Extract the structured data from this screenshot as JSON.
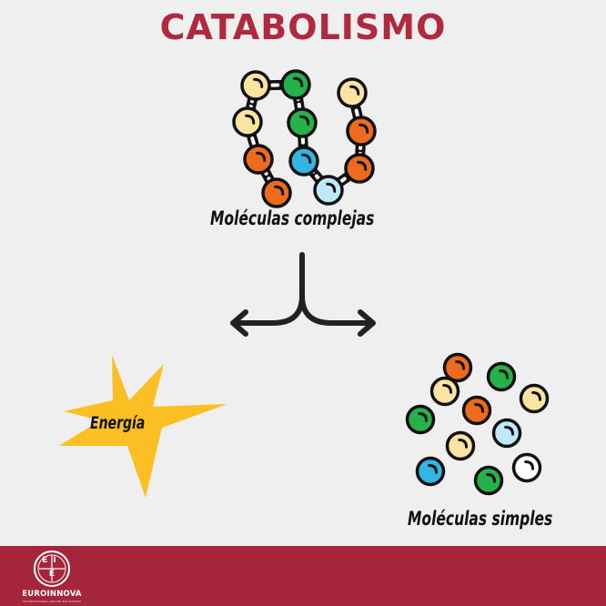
{
  "title": "CATABOLISMO",
  "labels": {
    "complex": "Moléculas complejas",
    "simple": "Moléculas simples",
    "energy": "Energía"
  },
  "footer": {
    "brand": "EUROINNOVA",
    "tagline": "INTERNATIONAL ONLINE EDUCATION",
    "seal_letters": [
      "E",
      "I",
      "E"
    ]
  },
  "colors": {
    "title": "#b02a3f",
    "footer": "#a5263b",
    "background": "#efefef",
    "star": "#fbbf24",
    "orange": "#ee6b1d",
    "green": "#25b24a",
    "cream": "#fbe3a1",
    "blue": "#32b7e4",
    "lightblue": "#bfe9f8",
    "white": "#ffffff"
  },
  "icons": {
    "chain": "molecule-chain-icon",
    "arrow": "split-arrow-icon",
    "star": "energy-burst-icon",
    "cluster": "simple-molecules-icon",
    "logo": "euroinnova-logo"
  }
}
